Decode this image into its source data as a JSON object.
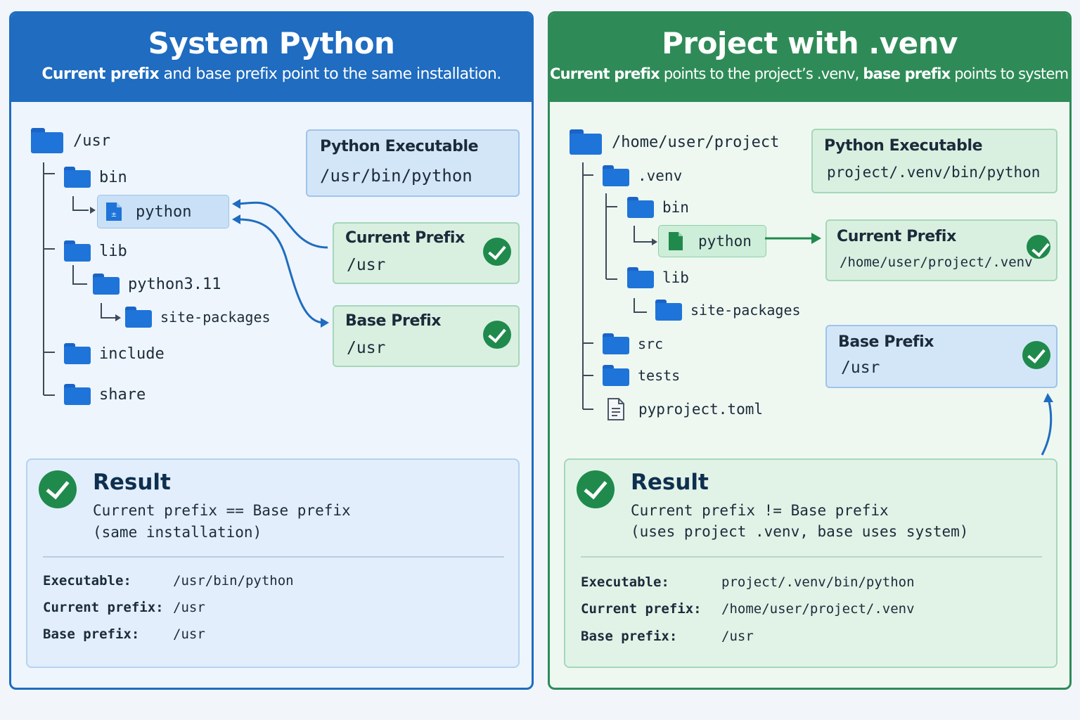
{
  "left": {
    "title": "System Python",
    "subtitle_bold": "Current prefix",
    "subtitle_rest": " and base prefix point to the same installation.",
    "tree": {
      "root": "/usr",
      "bin": "bin",
      "python": "python",
      "lib": "lib",
      "python311": "python3.11",
      "site_packages": "site-packages",
      "include": "include",
      "share": "share"
    },
    "exec_card": {
      "title": "Python Executable",
      "value": "/usr/bin/python"
    },
    "current_card": {
      "title": "Current Prefix",
      "value": "/usr"
    },
    "base_card": {
      "title": "Base Prefix",
      "value": "/usr"
    },
    "result": {
      "title": "Result",
      "line1": "Current prefix == Base prefix",
      "line2": "(same installation)",
      "executable_key": "Executable:",
      "executable_val": "/usr/bin/python",
      "current_key": "Current prefix:",
      "current_val": "/usr",
      "base_key": "Base prefix:",
      "base_val": "/usr"
    }
  },
  "right": {
    "title": "Project with .venv",
    "subtitle_bold": "Current prefix",
    "subtitle_mid": " points to the project’s .venv, ",
    "subtitle_bold2": "base prefix",
    "subtitle_rest": " points to system.",
    "tree": {
      "root": "/home/user/project",
      "venv": ".venv",
      "bin": "bin",
      "python": "python",
      "lib": "lib",
      "site_packages": "site-packages",
      "src": "src",
      "tests": "tests",
      "pyproject": "pyproject.toml"
    },
    "exec_card": {
      "title": "Python Executable",
      "value": "project/.venv/bin/python"
    },
    "current_card": {
      "title": "Current Prefix",
      "value": "/home/user/project/.venv"
    },
    "base_card": {
      "title": "Base Prefix",
      "value": "/usr"
    },
    "result": {
      "title": "Result",
      "line1": "Current prefix != Base prefix",
      "line2": "(uses project .venv, base uses system)",
      "executable_key": "Executable:",
      "executable_val": "project/.venv/bin/python",
      "current_key": "Current prefix:",
      "current_val": "/home/user/project/.venv",
      "base_key": "Base prefix:",
      "base_val": "/usr"
    }
  },
  "colors": {
    "blue_accent": "#1f6cc0",
    "green_accent": "#2e8b57",
    "check_green": "#1f8a4c",
    "folder_blue": "#1e74d8"
  },
  "icons": [
    "folder-icon",
    "python-file-icon",
    "document-icon",
    "check-icon"
  ]
}
